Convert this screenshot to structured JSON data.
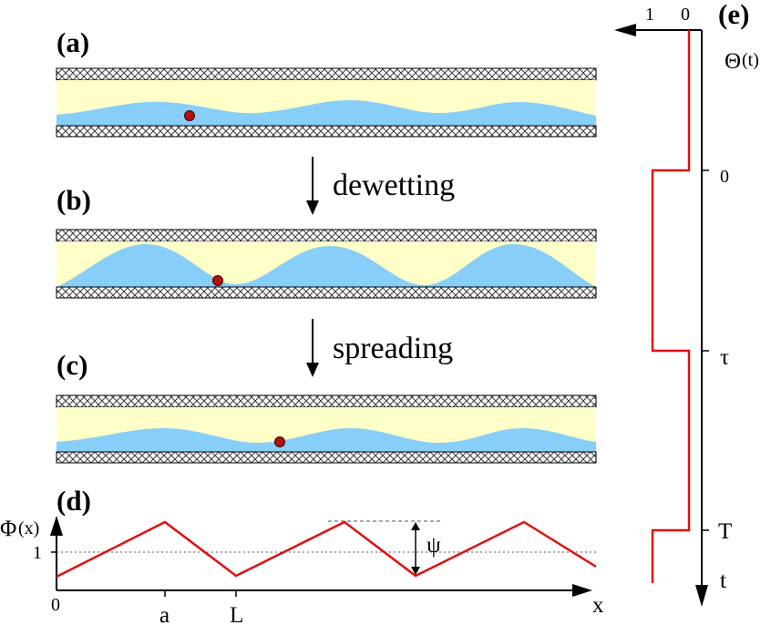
{
  "panels": {
    "a": "(a)",
    "b": "(b)",
    "c": "(c)",
    "d": "(d)",
    "e": "(e)"
  },
  "arrows": {
    "dewetting": "dewetting",
    "spreading": "spreading"
  },
  "potential_plot": {
    "ylabel_symbol": "Φ",
    "ylabel_arg": "(x)",
    "xlabel": "x",
    "ytick_one": "1",
    "xtick_zero": "0",
    "xtick_a": "a",
    "xtick_L": "L",
    "amplitude_label": "ψ"
  },
  "switching_plot": {
    "label_symbol": "Θ",
    "label_arg": "(t)",
    "value_one": "1",
    "value_zero": "0",
    "time_zero": "0",
    "time_tau": "τ",
    "time_T": "T",
    "time_axis": "t"
  },
  "colors": {
    "substrate_pattern": "#3a3a3a",
    "channel_fill": "#ffffc8",
    "liquid_fill": "#87cefa",
    "particle_fill": "#b01010",
    "curve_red": "#e01010",
    "axis_black": "#000000"
  }
}
